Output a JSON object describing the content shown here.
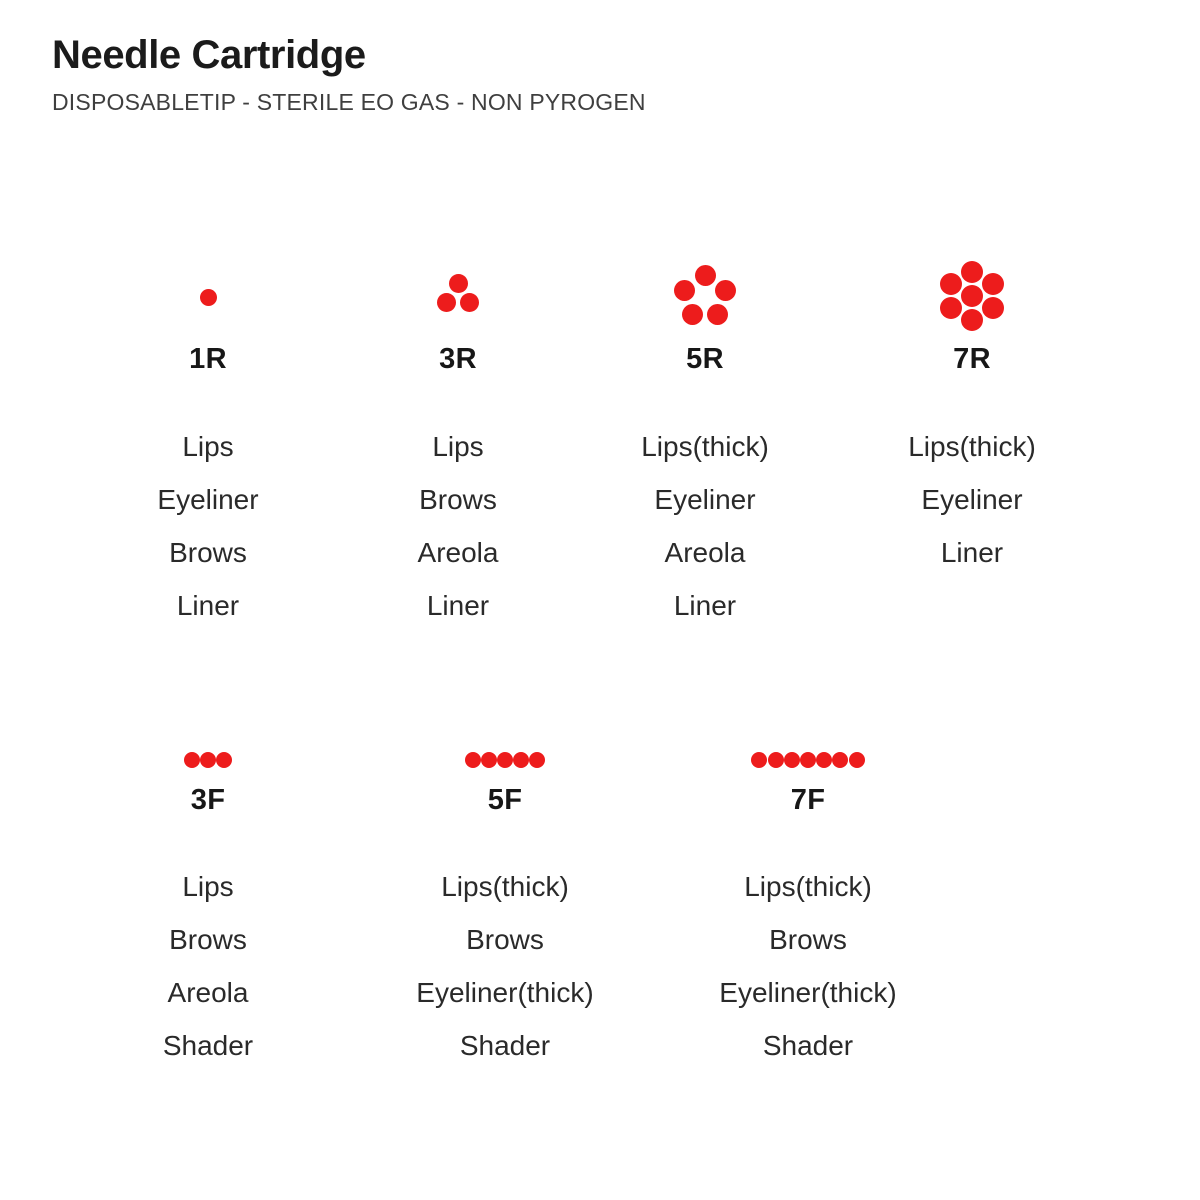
{
  "header": {
    "title": "Needle Cartridge",
    "subtitle": "DISPOSABLETIP - STERILE EO GAS - NON PYROGEN"
  },
  "colors": {
    "dot_red": "#ed1c1c",
    "title_black": "#1b1b1b",
    "subtitle_gray": "#3f3f3f",
    "body_text": "#2a2a2a",
    "background": "#ffffff"
  },
  "rows": [
    {
      "id": "round-needles",
      "columns": [
        {
          "code": "1R",
          "pattern": "single-dot",
          "dot_count": 1,
          "uses": [
            "Lips",
            "Eyeliner",
            "Brows",
            "Liner"
          ]
        },
        {
          "code": "3R",
          "pattern": "triangle",
          "dot_count": 3,
          "uses": [
            "Lips",
            "Brows",
            "Areola",
            "Liner"
          ]
        },
        {
          "code": "5R",
          "pattern": "pentagon",
          "dot_count": 5,
          "uses": [
            "Lips(thick)",
            "Eyeliner",
            "Areola",
            "Liner"
          ]
        },
        {
          "code": "7R",
          "pattern": "hexagon-with-center",
          "dot_count": 7,
          "uses": [
            "Lips(thick)",
            "Eyeliner",
            "Liner"
          ]
        }
      ]
    },
    {
      "id": "flat-needles",
      "columns": [
        {
          "code": "3F",
          "pattern": "horizontal-row",
          "dot_count": 3,
          "uses": [
            "Lips",
            "Brows",
            "Areola",
            "Shader"
          ]
        },
        {
          "code": "5F",
          "pattern": "horizontal-row",
          "dot_count": 5,
          "uses": [
            "Lips(thick)",
            "Brows",
            "Eyeliner(thick)",
            "Shader"
          ]
        },
        {
          "code": "7F",
          "pattern": "horizontal-row",
          "dot_count": 7,
          "uses": [
            "Lips(thick)",
            "Brows",
            "Eyeliner(thick)",
            "Shader"
          ]
        }
      ]
    }
  ],
  "layout": {
    "round_centers": [
      208,
      458,
      705,
      972
    ],
    "flat_centers": [
      208,
      505,
      808
    ]
  }
}
